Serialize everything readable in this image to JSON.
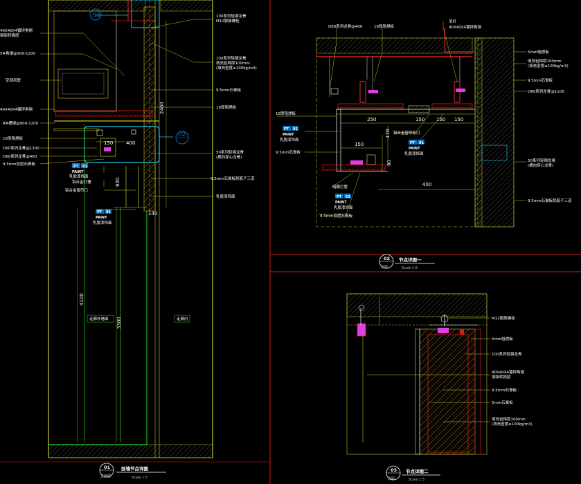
{
  "colors": {
    "background": "#000000",
    "outline": "#c8c82a",
    "frame_red": "#d02020",
    "callout_cyan": "#20c8e0",
    "tag_blue": "#0d6fb8",
    "accent_magenta": "#e040e0",
    "green_line": "#20c020"
  },
  "d1": {
    "bubble_03": "03",
    "bubble_02": "02",
    "tag_pt": "PT",
    "tag_01": "01",
    "tag_paint": "PAINT",
    "left_labels": [
      "40X40X4镀锌角钢",
      "钢架转换层",
      "5#角钢@900-1200",
      "空调风管",
      "40X40X4镀锌角钢",
      "8#槽钢@900-1200",
      "18厚阻燃板",
      "D60系列龙骨@1200",
      "D60系列龙骨@400",
      "9.5mm双层石膏板"
    ],
    "mid_labels": [
      "乳胶漆饰面",
      "铝合金灯槽",
      "铝合金窗帘口",
      "乳胶漆饰面"
    ],
    "right_labels": [
      "100系列轻钢龙骨",
      "M12膨胀螺栓",
      "100系列轻钢龙骨",
      "填充岩棉厚100mm",
      "(填充密度≥100kg/m3)",
      "9.5mm石膏板",
      "18厚阻燃板",
      "50系列轻钢龙骨",
      "(横向穿心龙骨)",
      "9.5mm石膏板刮腻子三道",
      "乳胶漆饰面"
    ],
    "dims": {
      "d150": "150",
      "d400": "400",
      "d140": "140",
      "d2400": "2400",
      "d800": "800",
      "d4100": "4100",
      "d3300": "3300"
    },
    "area_labels": [
      "走廊外墙面",
      "走廊内"
    ],
    "title_number": "01",
    "title_sub": "立面图",
    "title_text": "剖墙节点详图",
    "scale": "Scale 1:5"
  },
  "d2": {
    "tag_pt": "PT",
    "tag_01": "01",
    "tag_paint": "PAINT",
    "top_labels": [
      "D60系列龙骨@400",
      "18厚阻燃板",
      "吊杆",
      "40X40X4镀锌角钢"
    ],
    "left_labels": [
      "18厚阻燃板",
      "乳胶漆饰面",
      "9.5mm石膏板"
    ],
    "center_labels": [
      "铝合金窗帘轨口",
      "乳胶漆饰面",
      "暗藏灯管",
      "乳胶漆饰面",
      "9.5mm双层石膏板"
    ],
    "right_labels": [
      "5mm阻燃板",
      "填充岩棉厚100mm",
      "(填充密度≥100kg/m3)",
      "9.5mm石膏板",
      "D60系列龙骨@1100",
      "50系列轻钢龙骨",
      "(横向穿心龙骨)",
      "9.5mm石膏板刮腻子三道"
    ],
    "dims": {
      "d250": "250",
      "d150": "150",
      "d400": "400",
      "d170": "170",
      "d80": "80"
    },
    "title_number": "02",
    "title_sub": "详图",
    "title_text": "节点详图一",
    "scale": "Scale 1:5"
  },
  "d3": {
    "labels": [
      "M12膨胀螺栓",
      "5mm阻燃板",
      "100系列轻钢龙骨",
      "40X40X4镀锌角钢",
      "钢架转换层",
      "9.5mm石膏板",
      "5mm石膏板",
      "填充岩棉厚100mm",
      "(填充密度≥100kg/m3)"
    ],
    "title_number": "03",
    "title_sub": "详图",
    "title_text": "节点详图二",
    "scale": "Scale 1:5"
  }
}
